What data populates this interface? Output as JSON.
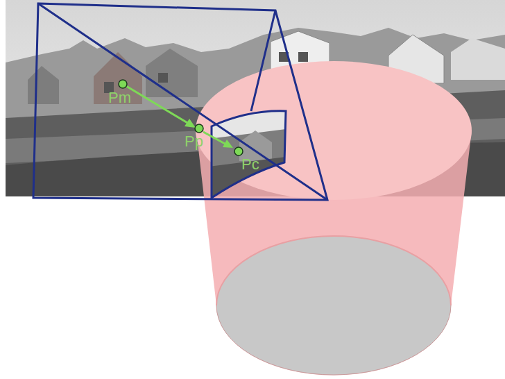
{
  "diagram": {
    "labels": [
      "Pm",
      "Pp",
      "Pc"
    ]
  }
}
